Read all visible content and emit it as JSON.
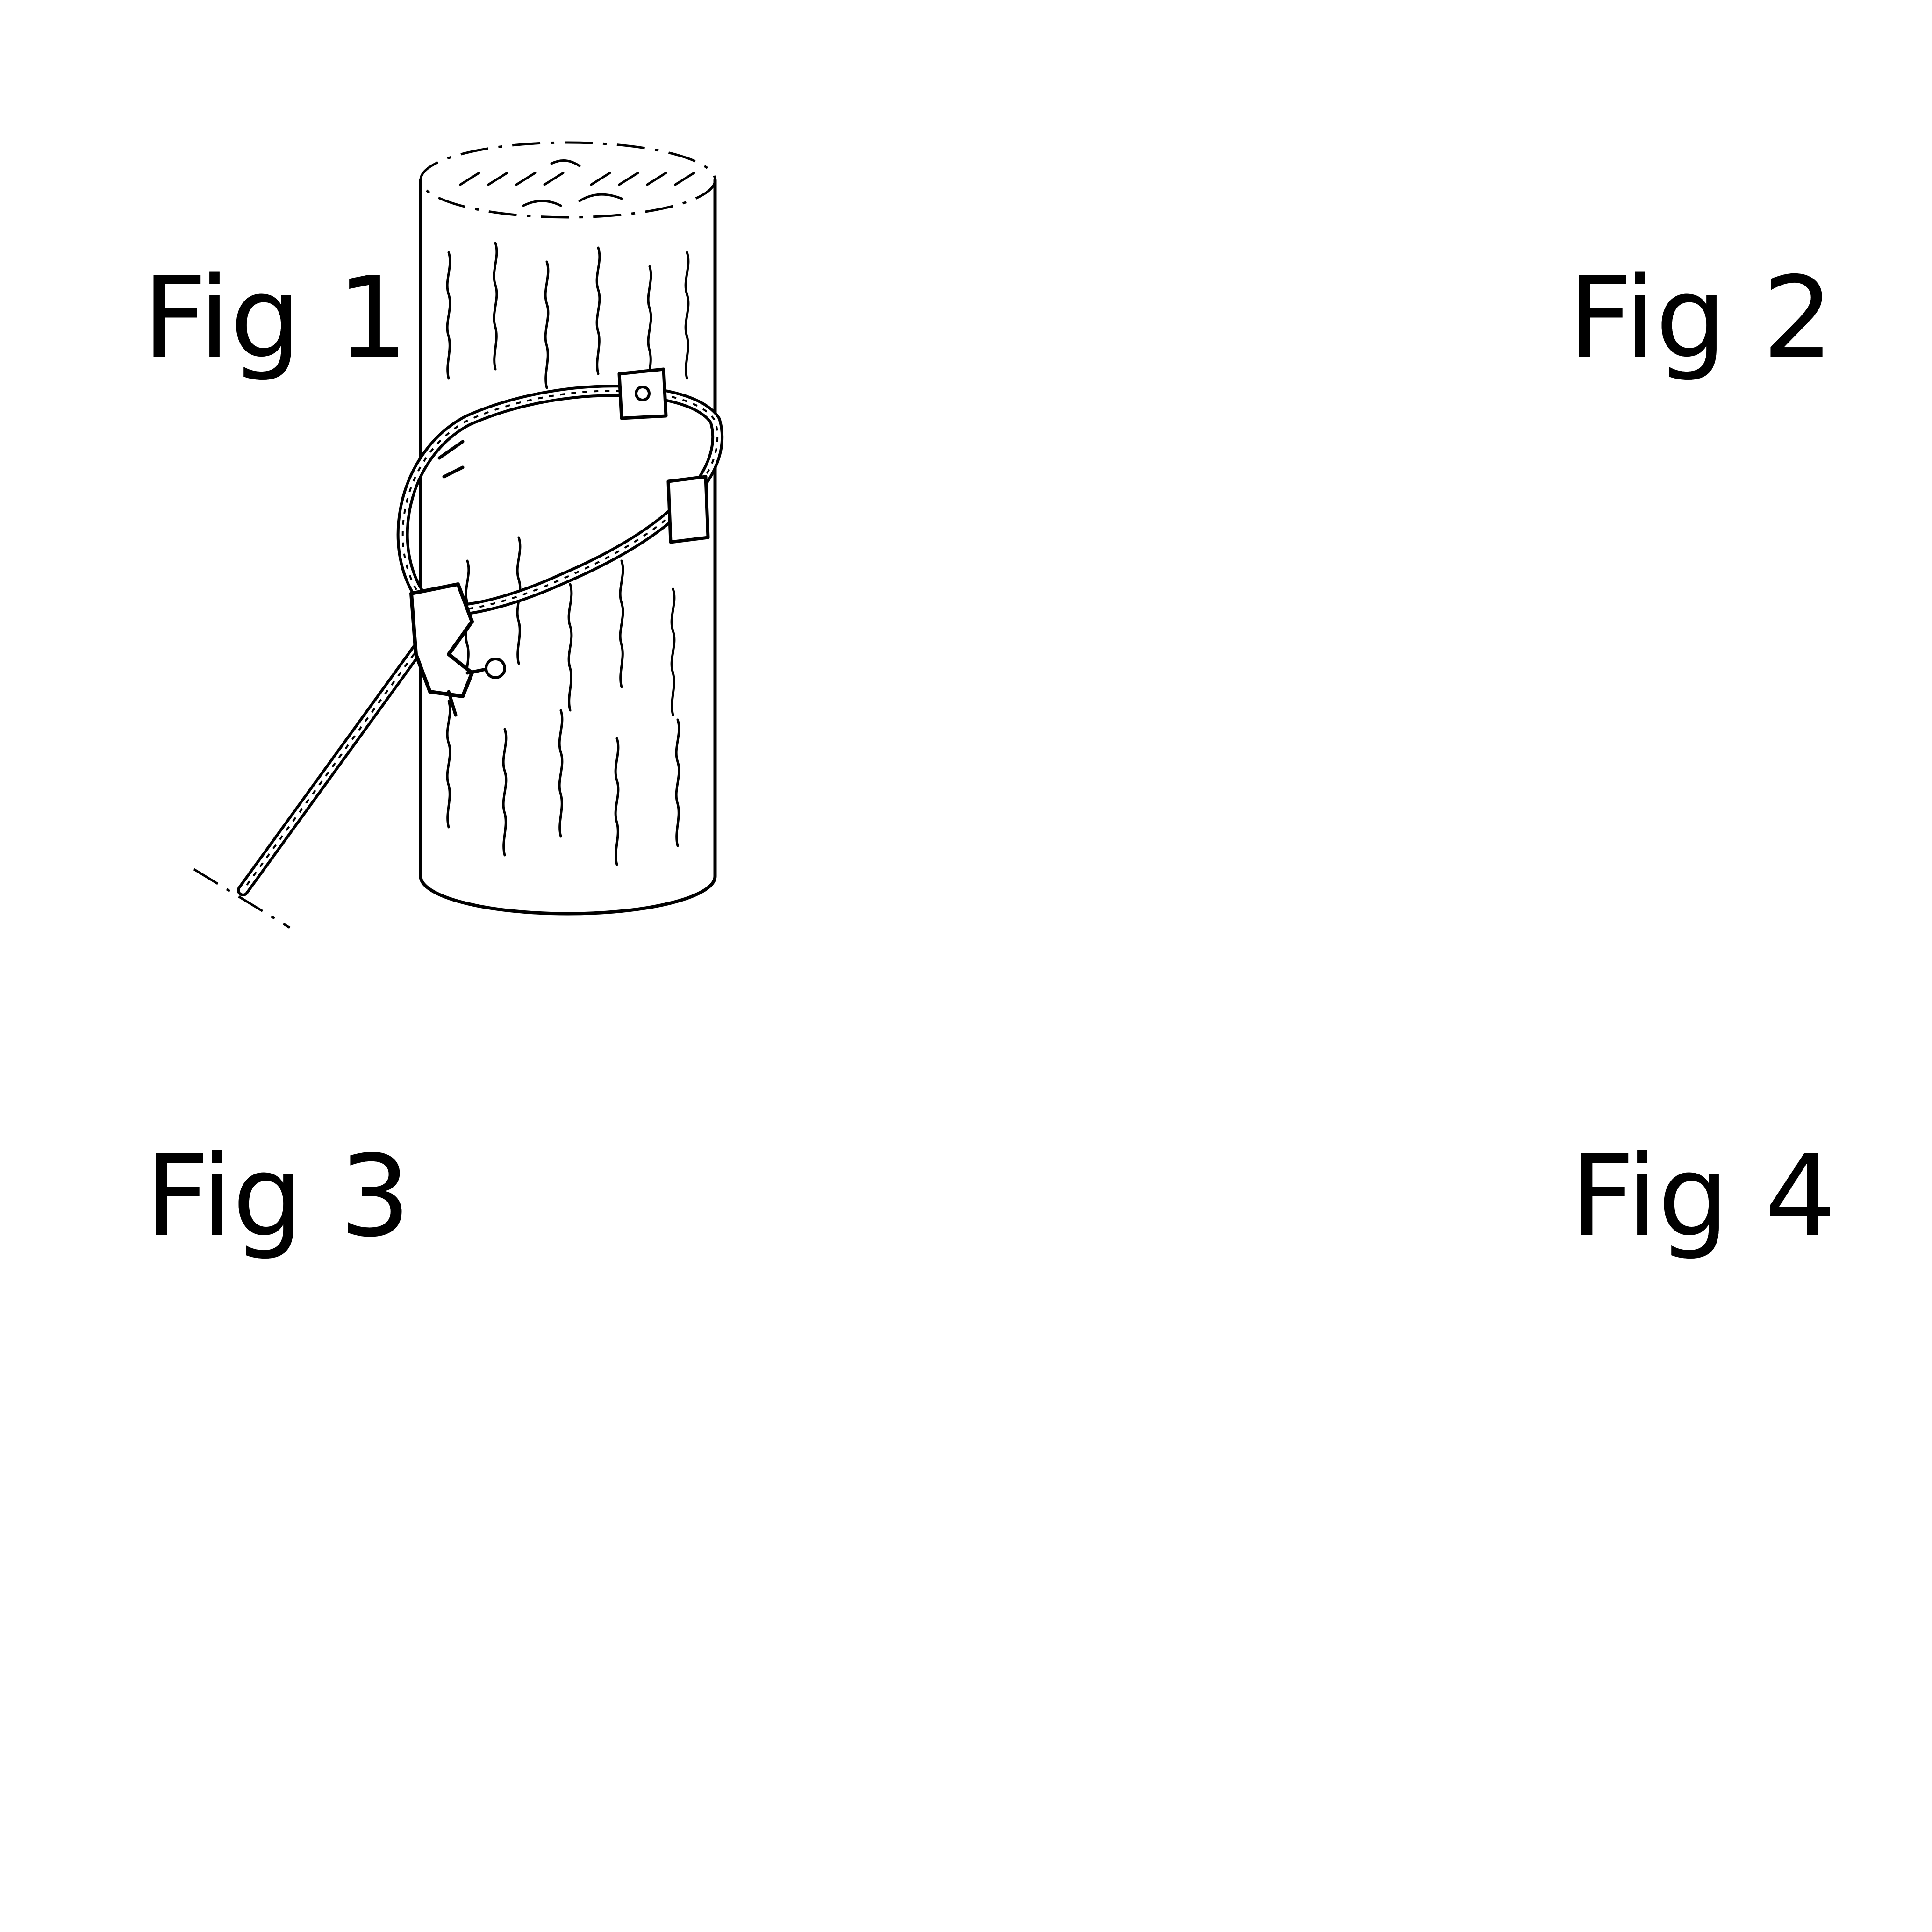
{
  "figures": [
    {
      "id": "fig1",
      "label": "Fig 1"
    },
    {
      "id": "fig2",
      "label": "Fig 2"
    },
    {
      "id": "fig3",
      "label": "Fig 3"
    },
    {
      "id": "fig4",
      "label": "Fig 4"
    }
  ],
  "colors": {
    "ink": "#000000",
    "paper": "#ffffff"
  }
}
